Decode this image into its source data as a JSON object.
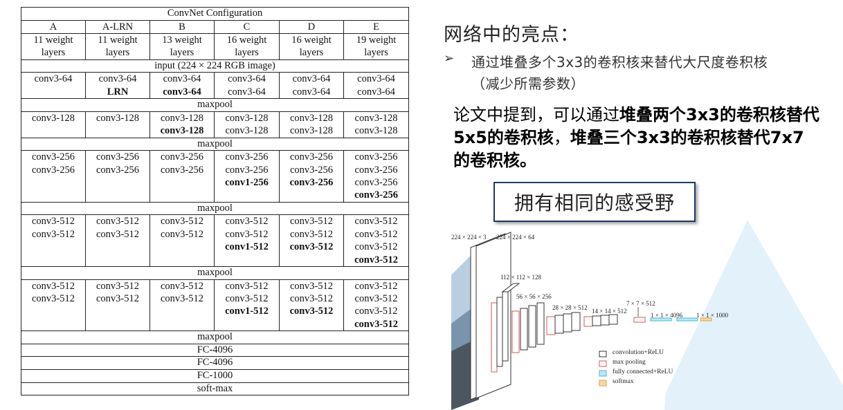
{
  "table": {
    "title": "ConvNet Configuration",
    "columns": [
      "A",
      "A-LRN",
      "B",
      "C",
      "D",
      "E"
    ],
    "depths": [
      [
        "11 weight",
        "layers"
      ],
      [
        "11 weight",
        "layers"
      ],
      [
        "13 weight",
        "layers"
      ],
      [
        "16 weight",
        "layers"
      ],
      [
        "16 weight",
        "layers"
      ],
      [
        "19 weight",
        "layers"
      ]
    ],
    "input": "input (224 × 224 RGB image)",
    "blocks": [
      {
        "cells": [
          [
            {
              "t": "conv3-64"
            }
          ],
          [
            {
              "t": "conv3-64"
            },
            {
              "t": "LRN",
              "b": true
            }
          ],
          [
            {
              "t": "conv3-64"
            },
            {
              "t": "conv3-64",
              "b": true
            }
          ],
          [
            {
              "t": "conv3-64"
            },
            {
              "t": "conv3-64"
            }
          ],
          [
            {
              "t": "conv3-64"
            },
            {
              "t": "conv3-64"
            }
          ],
          [
            {
              "t": "conv3-64"
            },
            {
              "t": "conv3-64"
            }
          ]
        ],
        "after": "maxpool"
      },
      {
        "cells": [
          [
            {
              "t": "conv3-128"
            }
          ],
          [
            {
              "t": "conv3-128"
            }
          ],
          [
            {
              "t": "conv3-128"
            },
            {
              "t": "conv3-128",
              "b": true
            }
          ],
          [
            {
              "t": "conv3-128"
            },
            {
              "t": "conv3-128"
            }
          ],
          [
            {
              "t": "conv3-128"
            },
            {
              "t": "conv3-128"
            }
          ],
          [
            {
              "t": "conv3-128"
            },
            {
              "t": "conv3-128"
            }
          ]
        ],
        "after": "maxpool"
      },
      {
        "cells": [
          [
            {
              "t": "conv3-256"
            },
            {
              "t": "conv3-256"
            }
          ],
          [
            {
              "t": "conv3-256"
            },
            {
              "t": "conv3-256"
            }
          ],
          [
            {
              "t": "conv3-256"
            },
            {
              "t": "conv3-256"
            }
          ],
          [
            {
              "t": "conv3-256"
            },
            {
              "t": "conv3-256"
            },
            {
              "t": "conv1-256",
              "b": true
            }
          ],
          [
            {
              "t": "conv3-256"
            },
            {
              "t": "conv3-256"
            },
            {
              "t": "conv3-256",
              "b": true
            }
          ],
          [
            {
              "t": "conv3-256"
            },
            {
              "t": "conv3-256"
            },
            {
              "t": "conv3-256"
            },
            {
              "t": "conv3-256",
              "b": true
            }
          ]
        ],
        "after": "maxpool"
      },
      {
        "cells": [
          [
            {
              "t": "conv3-512"
            },
            {
              "t": "conv3-512"
            }
          ],
          [
            {
              "t": "conv3-512"
            },
            {
              "t": "conv3-512"
            }
          ],
          [
            {
              "t": "conv3-512"
            },
            {
              "t": "conv3-512"
            }
          ],
          [
            {
              "t": "conv3-512"
            },
            {
              "t": "conv3-512"
            },
            {
              "t": "conv1-512",
              "b": true
            }
          ],
          [
            {
              "t": "conv3-512"
            },
            {
              "t": "conv3-512"
            },
            {
              "t": "conv3-512",
              "b": true
            }
          ],
          [
            {
              "t": "conv3-512"
            },
            {
              "t": "conv3-512"
            },
            {
              "t": "conv3-512"
            },
            {
              "t": "conv3-512",
              "b": true
            }
          ]
        ],
        "after": "maxpool"
      },
      {
        "cells": [
          [
            {
              "t": "conv3-512"
            },
            {
              "t": "conv3-512"
            }
          ],
          [
            {
              "t": "conv3-512"
            },
            {
              "t": "conv3-512"
            }
          ],
          [
            {
              "t": "conv3-512"
            },
            {
              "t": "conv3-512"
            }
          ],
          [
            {
              "t": "conv3-512"
            },
            {
              "t": "conv3-512"
            },
            {
              "t": "conv1-512",
              "b": true
            }
          ],
          [
            {
              "t": "conv3-512"
            },
            {
              "t": "conv3-512"
            },
            {
              "t": "conv3-512",
              "b": true
            }
          ],
          [
            {
              "t": "conv3-512"
            },
            {
              "t": "conv3-512"
            },
            {
              "t": "conv3-512"
            },
            {
              "t": "conv3-512",
              "b": true
            }
          ]
        ],
        "after": "maxpool"
      }
    ],
    "tail": [
      "FC-4096",
      "FC-4096",
      "FC-1000",
      "soft-max"
    ]
  },
  "heading": "网络中的亮点：",
  "bullet": {
    "marker": "➢",
    "text": "通过堆叠多个3x3的卷积核来替代大尺度卷积核",
    "note": "（减少所需参数）"
  },
  "paragraph": {
    "part1": "论文中提到，可以通过",
    "part2": "堆叠两个3x3的卷积核替代5x5的卷积核",
    "part3": "，",
    "part4": "堆叠三个3x3的卷积核替代7x7的卷积核。"
  },
  "highlight_box": "拥有相同的感受野",
  "diagram": {
    "labels": {
      "input": "224 × 224 × 3",
      "conv1": "224 × 224 × 64",
      "conv2": "112 × 112 × 128",
      "conv3": "56 × 56 × 256",
      "conv4": "28 × 28 × 512",
      "conv5": "14 × 14 × 512",
      "pool5": "7 × 7 × 512",
      "fc1": "1 × 1 × 4096",
      "fc3": "1 × 1 × 1000"
    },
    "legend": [
      {
        "label": "convolution+ReLU",
        "color": "#333333"
      },
      {
        "label": "max pooling",
        "color": "#e05050"
      },
      {
        "label": "fully connected+ReLU",
        "color": "#40b8e0"
      },
      {
        "label": "softmax",
        "color": "#e0a040"
      }
    ],
    "cone_color": "#e3f1fb"
  }
}
